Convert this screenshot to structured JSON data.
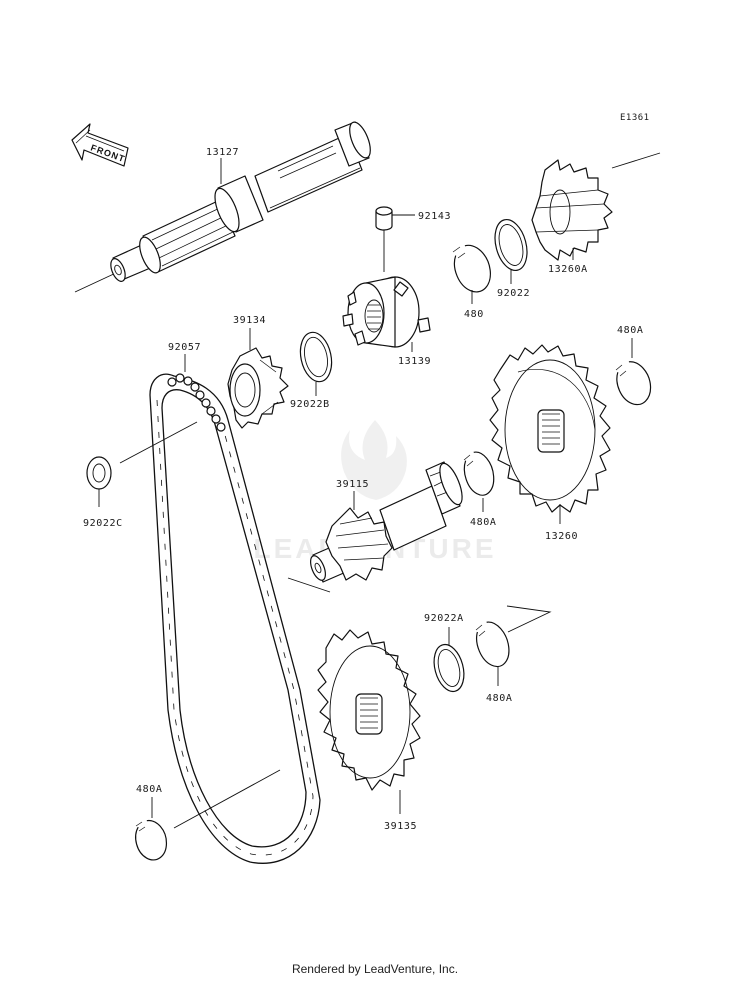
{
  "diagram": {
    "code": "E1361",
    "front_label": "FRONT",
    "watermark": "LEADVENTURE",
    "footer": "Rendered by LeadVenture, Inc."
  },
  "parts": [
    {
      "ref": "13127"
    },
    {
      "ref": "92143"
    },
    {
      "ref": "13260A"
    },
    {
      "ref": "92022"
    },
    {
      "ref": "480"
    },
    {
      "ref": "13139"
    },
    {
      "ref": "39134"
    },
    {
      "ref": "92057"
    },
    {
      "ref": "92022B"
    },
    {
      "ref": "480A"
    },
    {
      "ref": "13260"
    },
    {
      "ref": "39115"
    },
    {
      "ref": "480A"
    },
    {
      "ref": "92022C"
    },
    {
      "ref": "92022A"
    },
    {
      "ref": "480A"
    },
    {
      "ref": "480A"
    },
    {
      "ref": "39135"
    }
  ]
}
